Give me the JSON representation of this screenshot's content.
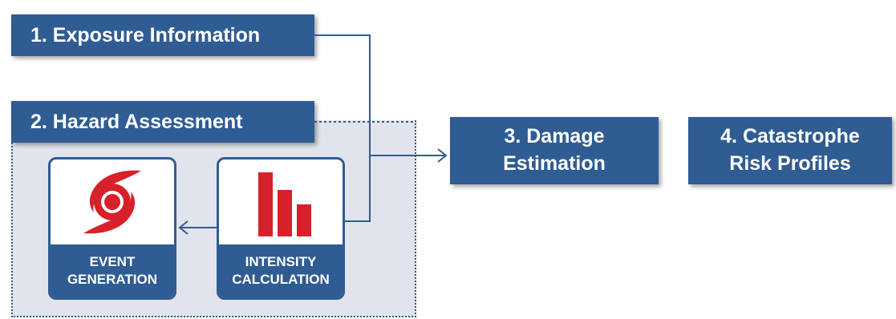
{
  "stages": {
    "exposure": {
      "label": "1. Exposure Information"
    },
    "hazard": {
      "label": "2. Hazard Assessment"
    },
    "damage": {
      "line1": "3. Damage",
      "line2": "Estimation"
    },
    "catastrophe": {
      "line1": "4. Catastrophe",
      "line2": "Risk Profiles"
    }
  },
  "substeps": {
    "event_generation": {
      "line1": "EVENT",
      "line2": "GENERATION",
      "icon": "hurricane-icon"
    },
    "intensity_calculation": {
      "line1": "INTENSITY",
      "line2": "CALCULATION",
      "icon": "bar-chart-icon"
    }
  },
  "colors": {
    "box_fill": "#2f5c93",
    "panel_fill": "#e1e4ec",
    "icon_red": "#d7212a"
  }
}
